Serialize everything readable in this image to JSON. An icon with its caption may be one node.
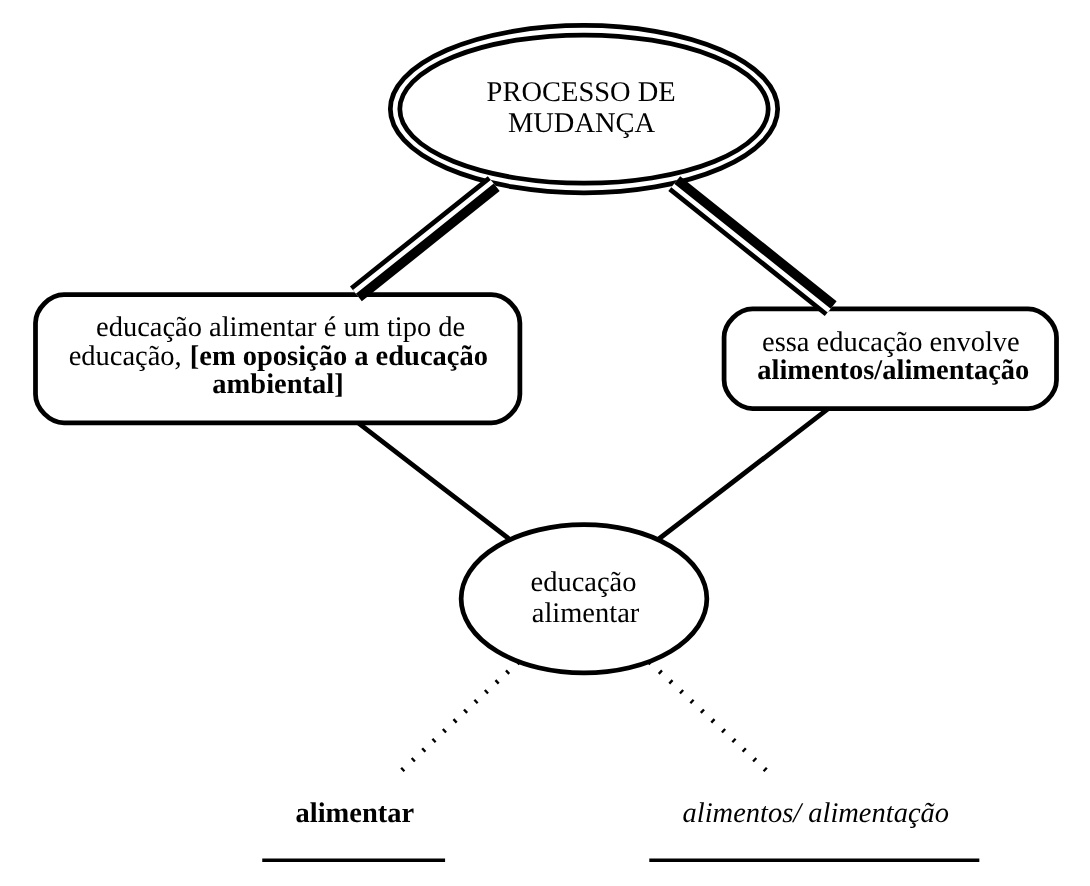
{
  "diagram": {
    "nodes": [
      {
        "text": [
          "PROCESSO DE MUDANÇA"
        ]
      },
      {
        "text": [
          "educação alimentar é um tipo de educação, **[em oposição a educação ambiental]**"
        ]
      },
      {
        "text": [
          "essa educação envolve **alimentos/alimentação**"
        ]
      },
      {
        "text": [
          "educação alimentar"
        ]
      },
      {
        "text": [
          "alimentar"
        ]
      },
      {
        "text": [
          "alimentos/ alimentação"
        ]
      }
    ],
    "edges": [
      {
        "from": 0,
        "to": 1,
        "arrow": "none",
        "style": "thick"
      },
      {
        "from": 0,
        "to": 2,
        "arrow": "none",
        "style": "thick"
      },
      {
        "from": 1,
        "to": 3,
        "arrow": "none"
      },
      {
        "from": 2,
        "to": 3,
        "arrow": "none"
      },
      {
        "from": 3,
        "to": 4,
        "arrow": "none",
        "style": "dashed"
      },
      {
        "from": 3,
        "to": 5,
        "arrow": "none",
        "style": "dashed"
      }
    ]
  }
}
